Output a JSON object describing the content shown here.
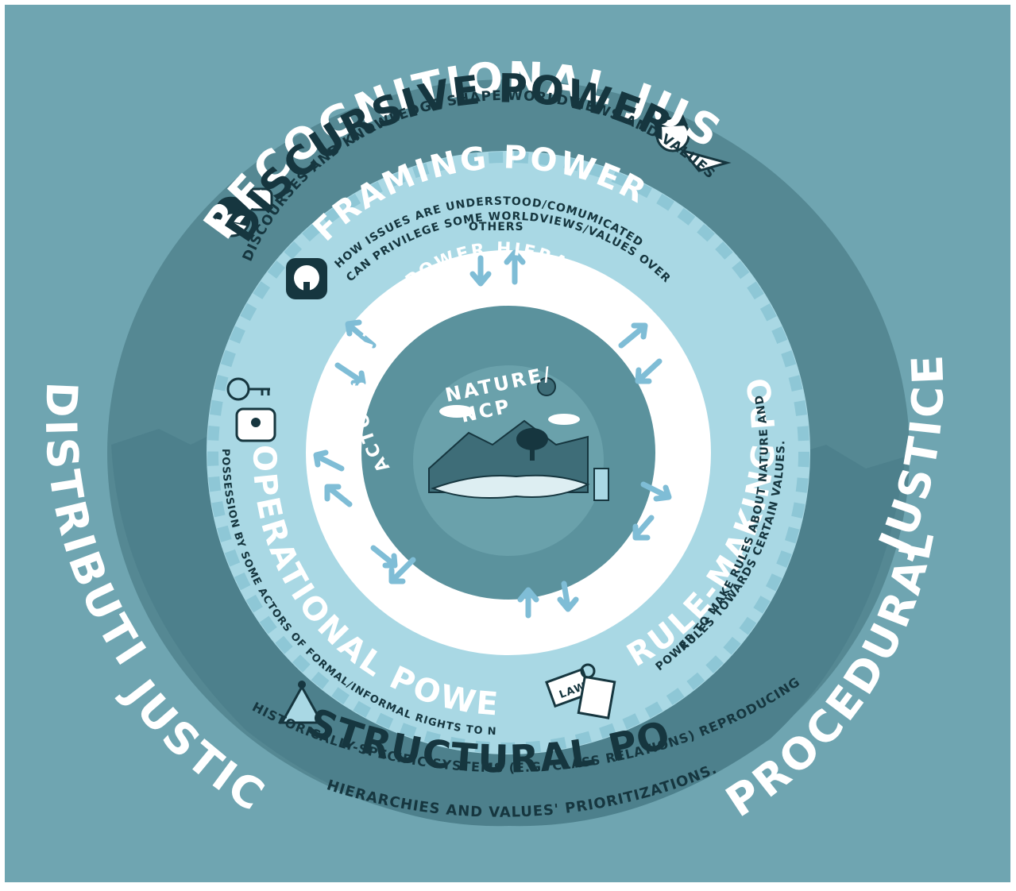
{
  "justice": {
    "recognitional": "RECOGNITIONAL JUSTICE",
    "distributive_line1": "DISTRIBUTIVE",
    "distributive_line2": "JUSTICE",
    "procedural_line1": "PROCEDURAL",
    "procedural_line2": "JUSTICE"
  },
  "discursive": {
    "title": "DISCURSIVE POWER",
    "description": "DISCOURSES AND KNOWLEDGE SHAPE WORLDVIEWS AND VALUES"
  },
  "framing": {
    "title": "FRAMING POWER",
    "description_line1": "HOW ISSUES ARE UNDERSTOOD/COMUMICATED",
    "description_line2": "CAN PRIVILEGE SOME WORLDVIEWS/VALUES OVER",
    "description_line3": "OTHERS"
  },
  "operational": {
    "title": "OPERATIONAL POWER",
    "description": "POSSESSION BY SOME ACTORS OF FORMAL/INFORMAL RIGHTS TO NATURE"
  },
  "rule_making": {
    "title": "RULE-MAKING POWER",
    "description_line1": "POWER TO MAKE RULES ABOUT NATURE AND TO BIAS",
    "description_line2": "RULES TOWARDS CERTAIN VALUES."
  },
  "structural": {
    "title": "STRUCTURAL POWER",
    "description_line1": "HISTORICALLY-SPECIFIC SYSTEMS (E.G. CLASS RELATIONS) REPRODUCING SOCIAL",
    "description_line2": "HIERARCHIES AND VALUES' PRIORITIZATIONS."
  },
  "center": {
    "actors": "ACTORS WITHIN POWER HIERARCHIES",
    "nature_line1": "NATURE/",
    "nature_line2": "NCP"
  },
  "icons": {
    "law_label": "LAW"
  },
  "colors": {
    "background": "#6fa5b1",
    "outer_ring": "#558893",
    "outer_ring_lower": "#4d808c",
    "light_ring": "#a9d8e4",
    "inner_white": "#ffffff",
    "core": "#5b929d",
    "core_inner": "#6aa1ab",
    "arrow": "#7fbdd6",
    "dark_text": "#16363f"
  }
}
